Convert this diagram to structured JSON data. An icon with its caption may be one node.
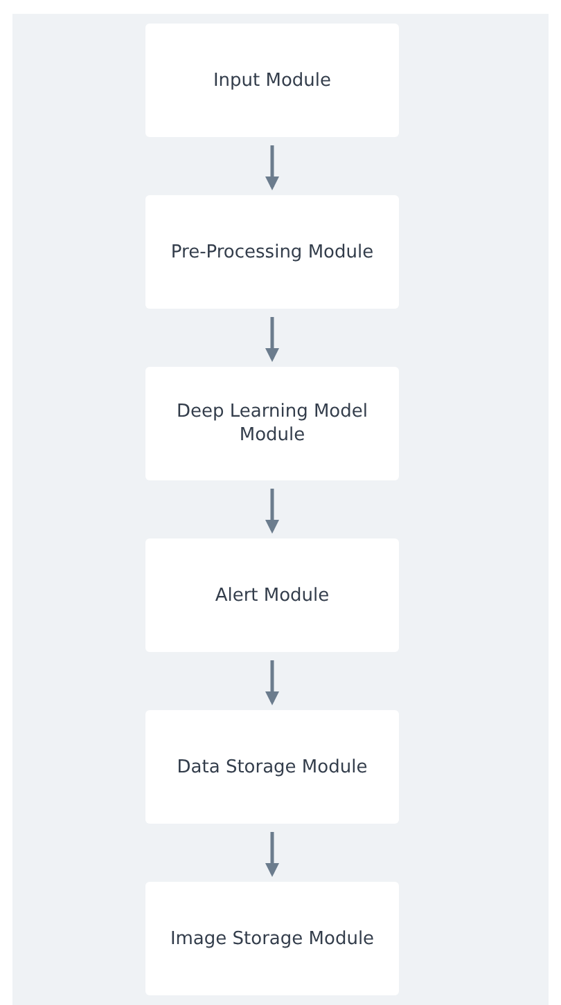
{
  "diagram": {
    "nodes": [
      {
        "text": [
          "Input Module"
        ]
      },
      {
        "text": [
          "Pre-Processing Module"
        ]
      },
      {
        "text": [
          "Deep Learning Model Module"
        ]
      },
      {
        "text": [
          "Alert Module"
        ]
      },
      {
        "text": [
          "Data Storage Module"
        ]
      },
      {
        "text": [
          "Image Storage Module"
        ]
      }
    ],
    "edges": [
      {
        "from": 0,
        "to": 1,
        "arrow": "to"
      },
      {
        "from": 1,
        "to": 2,
        "arrow": "to"
      },
      {
        "from": 2,
        "to": 3,
        "arrow": "to"
      },
      {
        "from": 3,
        "to": 4,
        "arrow": "to"
      },
      {
        "from": 4,
        "to": 5,
        "arrow": "to"
      }
    ]
  }
}
